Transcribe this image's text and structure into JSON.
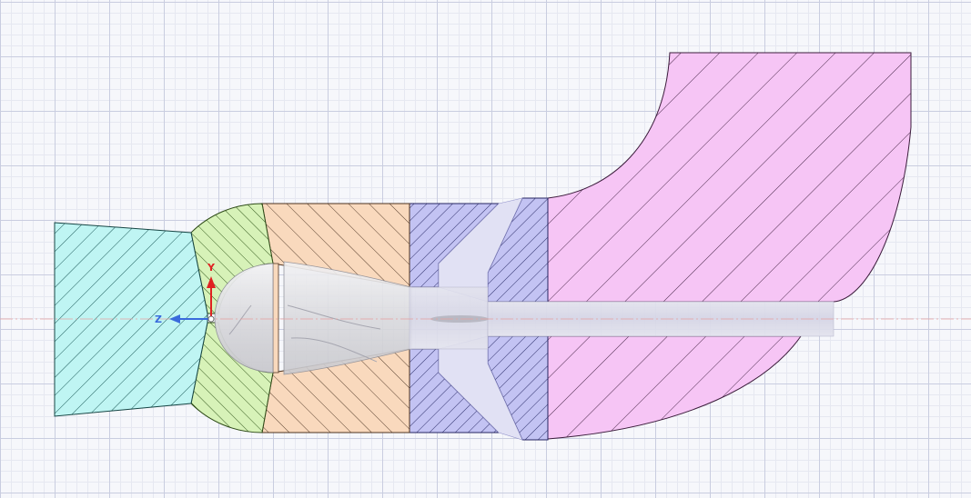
{
  "view": {
    "section_parts": [
      {
        "name": "inlet-cone",
        "color": "#bff5f3"
      },
      {
        "name": "front-housing",
        "color": "#d7f2b8"
      },
      {
        "name": "rotor-housing",
        "color": "#f9d9bd"
      },
      {
        "name": "bearing-ring",
        "color": "#c3c3f3"
      },
      {
        "name": "outlet-elbow",
        "color": "#f6c5f5"
      }
    ],
    "axis_triad": {
      "z_label": "Z",
      "y_label": "Y",
      "z_color": "#3a6bdc",
      "y_color": "#e02222"
    },
    "centerline_color": "#e6a0a0",
    "icons": [
      "axis-triad-icon"
    ]
  }
}
